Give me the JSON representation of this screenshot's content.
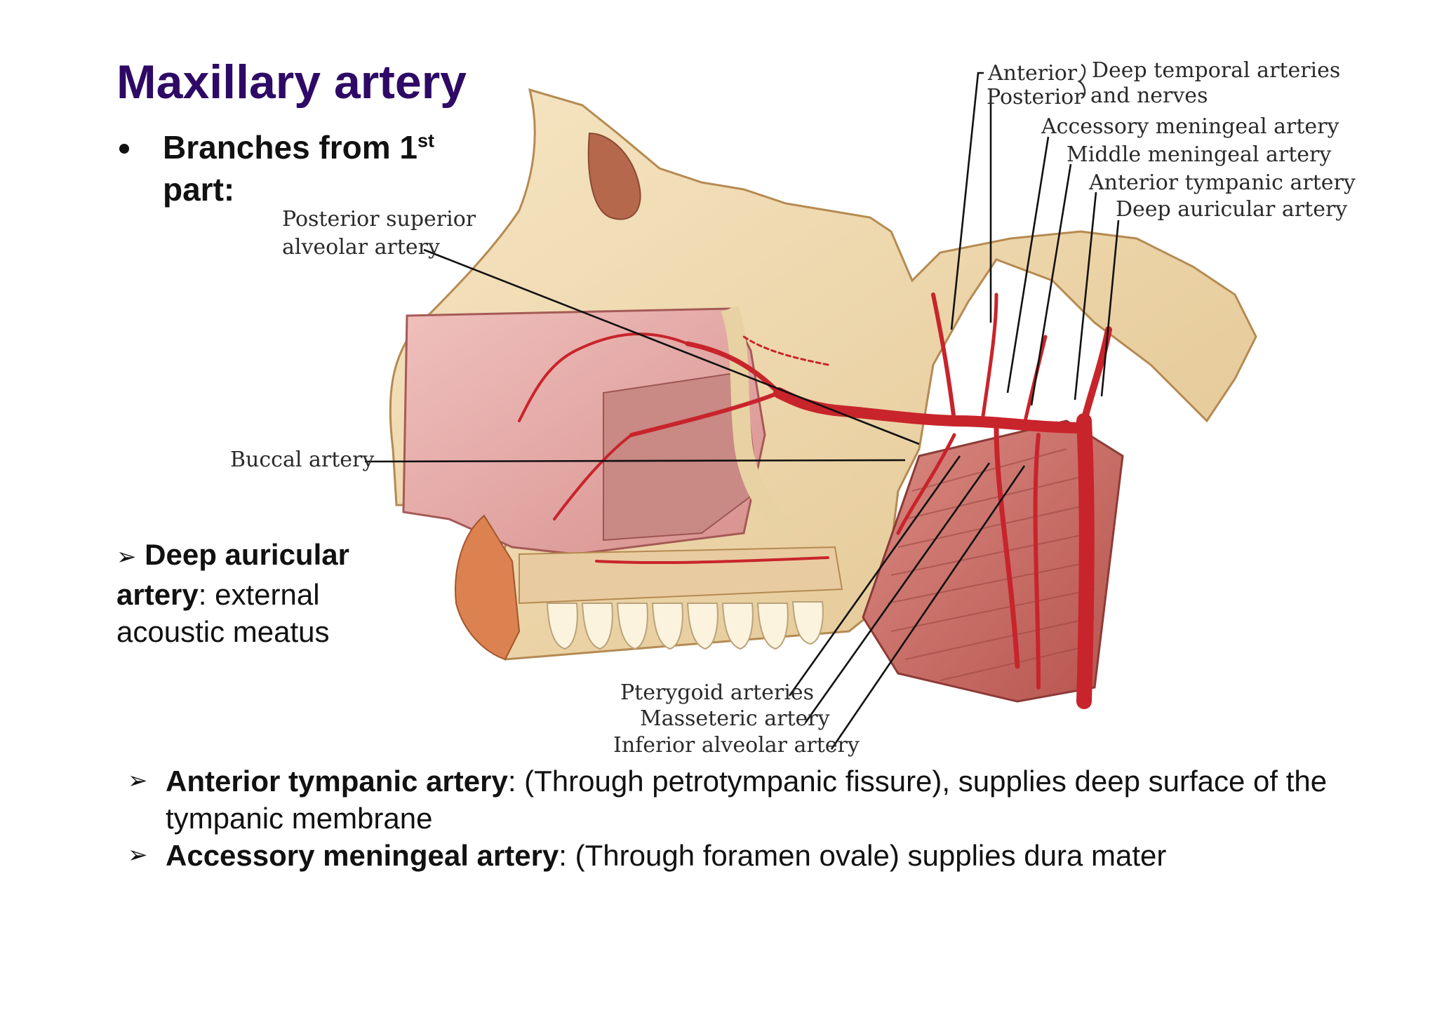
{
  "slide": {
    "title": "Maxillary artery",
    "branches_heading_text": "Branches from 1",
    "branches_heading_sup": "st",
    "branches_heading_tail": "part:",
    "deep_auricular": {
      "arrow": "➢",
      "term": "Deep auricular artery",
      "term_line1": "Deep auricular",
      "term_line2": "artery",
      "rest": ": external acoustic meatus",
      "rest_line1": ": external",
      "rest_line2": "acoustic meatus"
    },
    "anterior_tympanic": {
      "arrow": "➢",
      "term": "Anterior tympanic artery",
      "rest": ": (Through petrotympanic fissure), supplies deep surface of the tympanic membrane"
    },
    "accessory_meningeal": {
      "arrow": "➢",
      "term": "Accessory meningeal artery",
      "rest": ": (Through foramen ovale) supplies dura mater"
    }
  },
  "figure_labels": {
    "anterior": "Anterior",
    "posterior": "Posterior",
    "deep_temporal_1": "Deep temporal arteries",
    "deep_temporal_2": "and nerves",
    "accessory_meningeal": "Accessory meningeal artery",
    "middle_meningeal": "Middle meningeal artery",
    "anterior_tympanic": "Anterior tympanic artery",
    "deep_auricular": "Deep auricular artery",
    "posterior_superior_1": "Posterior superior",
    "posterior_superior_2": "alveolar artery",
    "buccal": "Buccal artery",
    "pterygoid": "Pterygoid arteries",
    "masseteric": "Masseteric artery",
    "inferior_alveolar": "Inferior alveolar artery"
  },
  "colors": {
    "title": "#2e0a66",
    "artery": "#c8242b",
    "bone": "#f0dcb4",
    "mucosa": "#e5a9a9",
    "muscle": "#c96b66"
  }
}
